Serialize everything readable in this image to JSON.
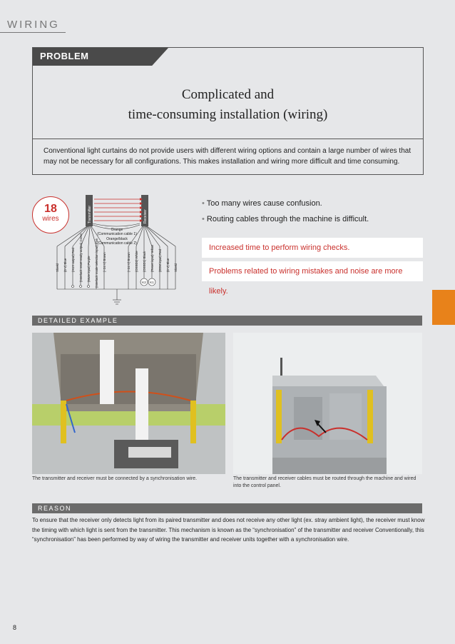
{
  "section": {
    "title": "WIRING"
  },
  "problem": {
    "tab_label": "PROBLEM",
    "headline_line1": "Complicated and",
    "headline_line2": "time-consuming installation (wiring)",
    "body": "Conventional light curtains do not provide users with different wiring options and contain a large number of wires that may not be necessary for all configurations. This makes installation and wiring more difficult and time consuming."
  },
  "diagram": {
    "count": "18",
    "count_label": "wires",
    "transmitter_label": "Transmitter",
    "receiver_label": "Receiver",
    "comm1_label": "Orange",
    "comm1_sub": "(Communication cable 1)",
    "comm2_label": "Orange/black",
    "comm2_sub": "(Communication cable 2)",
    "left_wires": [
      "Shield",
      "(0 V) Blue",
      "(AUX output) Red",
      "(Interlock reset-ready output) Green",
      "(Mute input) Purple",
      "(Interlock mode selection input) Pink",
      "(+24 V) Brown"
    ],
    "right_wires": [
      "(+24 V) Brown",
      "(OSSD2) White",
      "(OSSD1) Black",
      "(Reset input) Yellow",
      "(EDM input) Red",
      "(0 V) Blue",
      "Shield"
    ],
    "k_labels": [
      "K2",
      "K1"
    ]
  },
  "issues": {
    "bullets": [
      "Too many wires cause confusion.",
      "Routing cables through the machine is difficult."
    ],
    "callouts": [
      "Increased time to perform wiring checks.",
      "Problems related to wiring mistakes and noise are more likely."
    ]
  },
  "example": {
    "bar_label": "DETAILED EXAMPLE",
    "caption_left": "The transmitter and receiver must be connected by a synchronisation wire.",
    "caption_right": "The transmitter and receiver cables must be routed through the machine and wired into the control panel."
  },
  "reason": {
    "bar_label": "REASON",
    "text": "To ensure that the receiver only detects light from its paired transmitter and does not receive any other light (ex. stray ambient light), the receiver must know the timing with which light is sent from the transmitter. This mechanism is known as the “synchronisation” of the transmitter and receiver Conventionally, this “synchronisation” has been performed by way of wiring the transmitter and receiver units together with a synchronisation wire."
  },
  "page": {
    "number": "8"
  },
  "colors": {
    "accent_red": "#c9302c",
    "accent_orange": "#e8821a",
    "bar_gray": "#6b6b6b"
  }
}
